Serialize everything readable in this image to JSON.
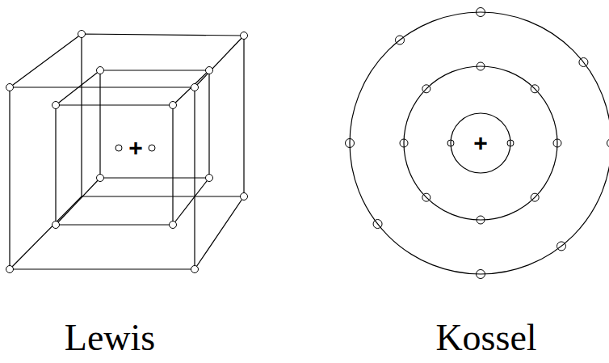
{
  "diagram": {
    "labels": [
      "+",
      "Lewis",
      "+",
      "Kossel"
    ]
  }
}
